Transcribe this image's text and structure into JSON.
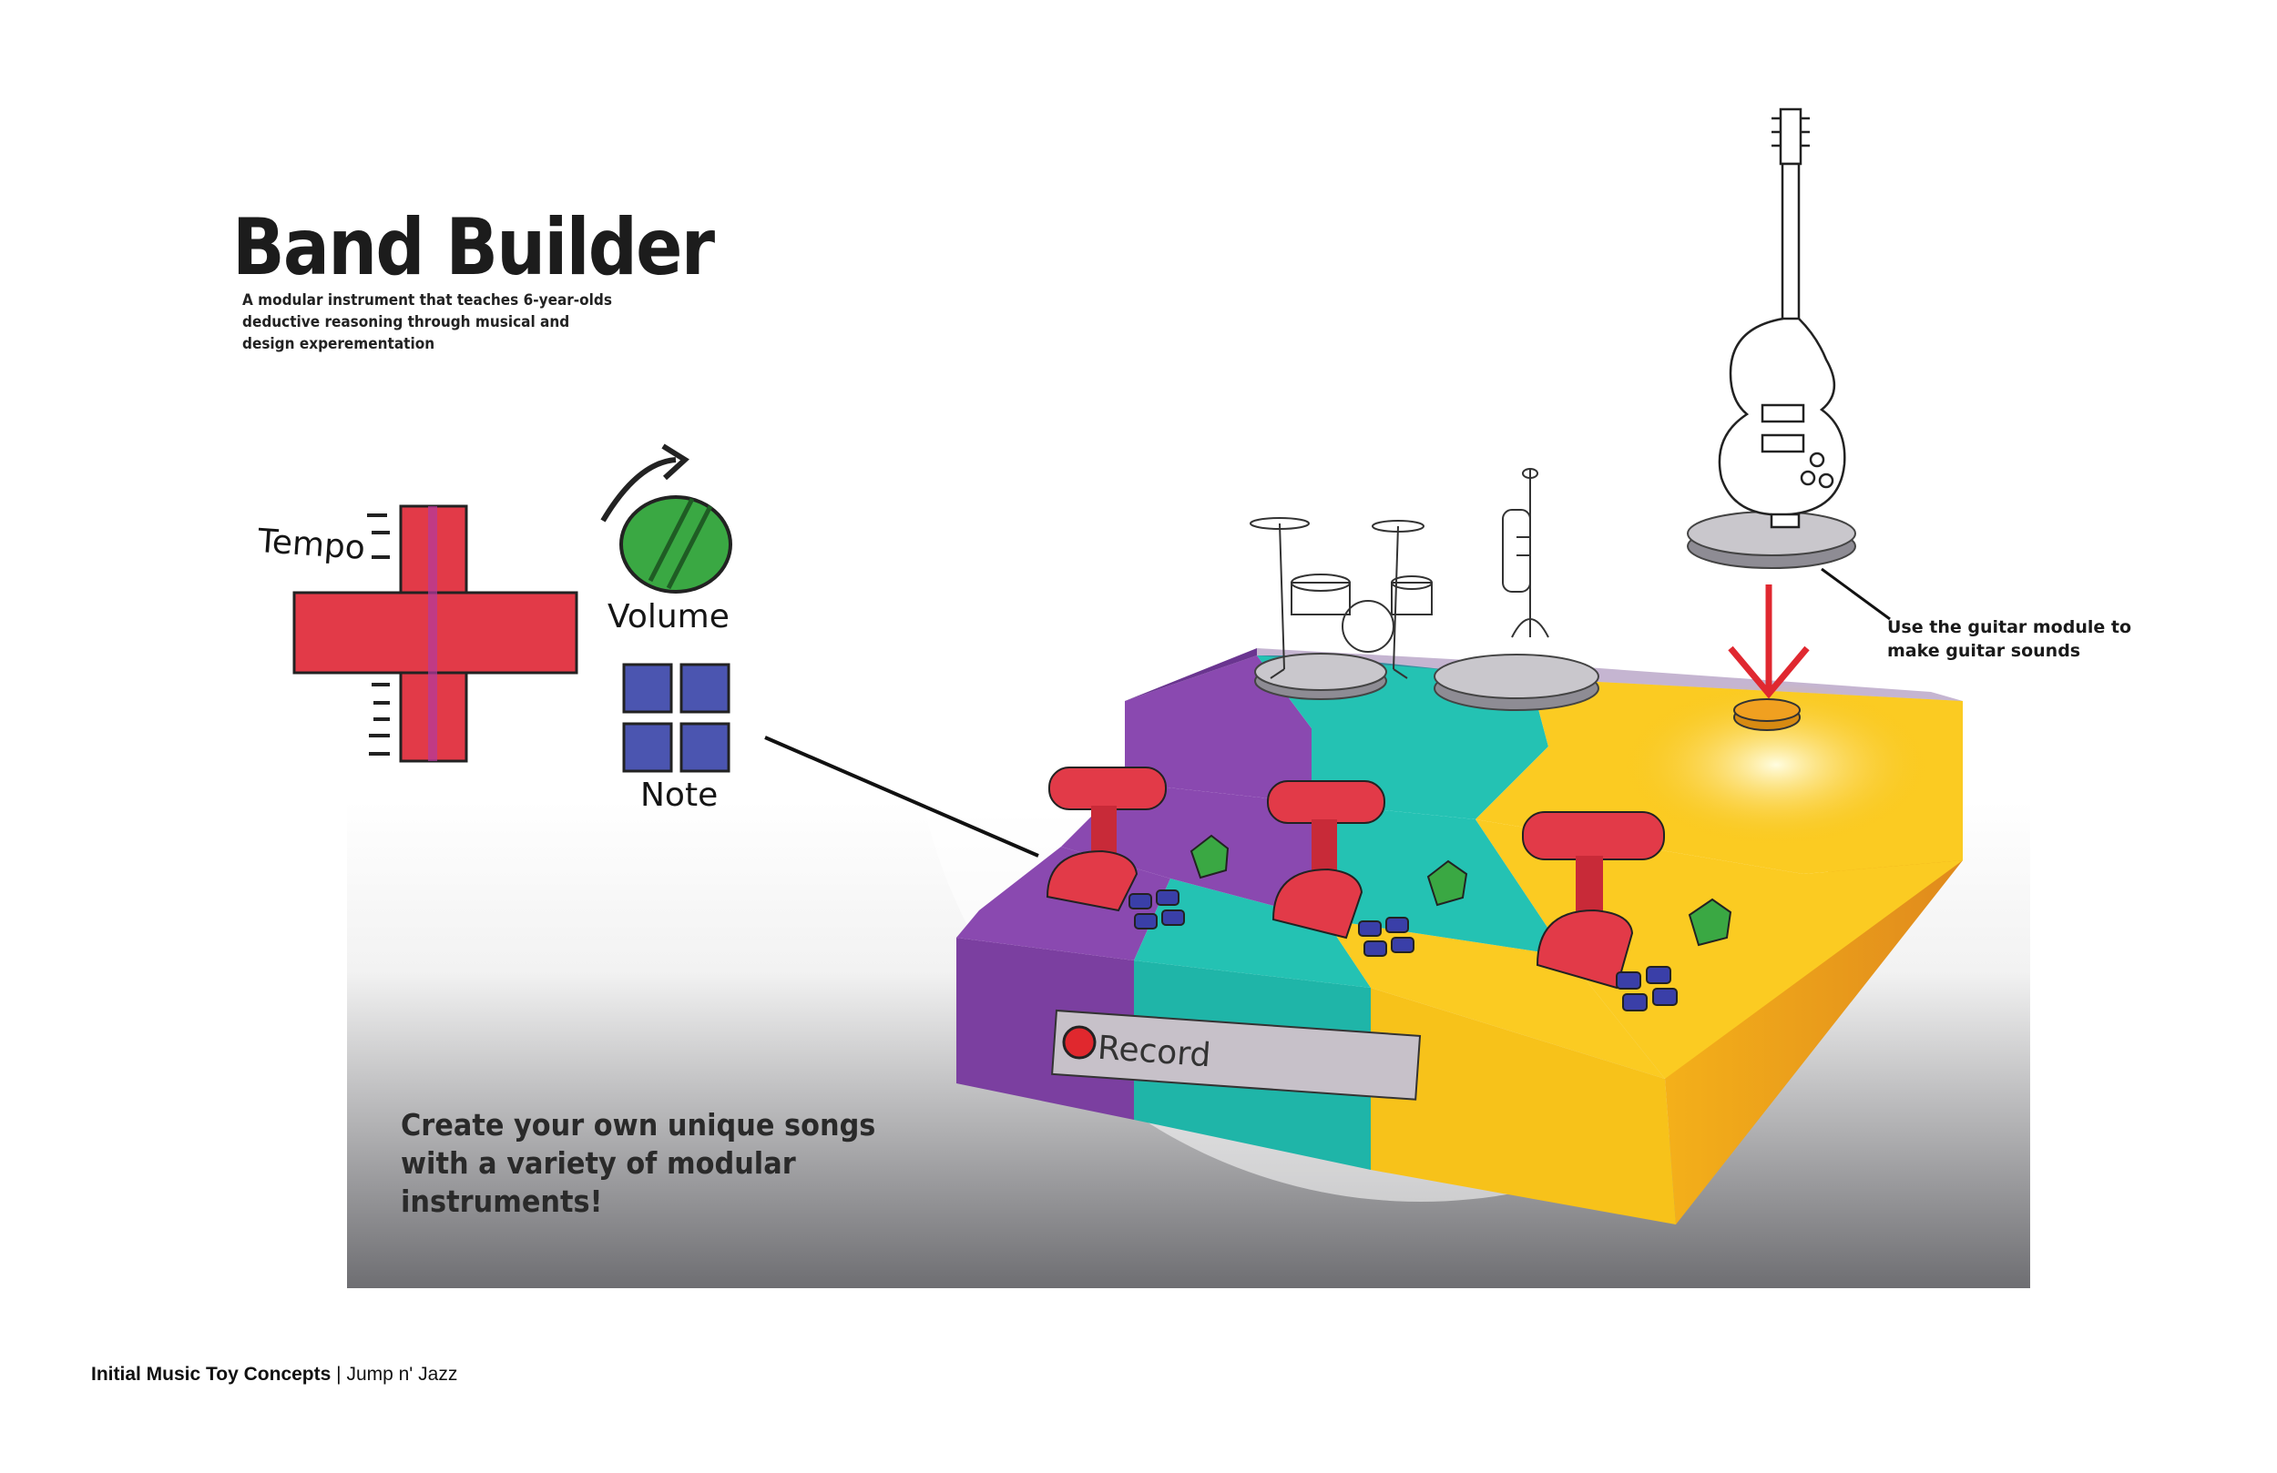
{
  "title": "Band Builder",
  "subtitle": "A modular instrument that teaches 6-year-olds deductive reasoning  through musical and design experementation",
  "controls": {
    "tempo_label": "Tempo",
    "volume_label": "Volume",
    "note_label": "Note"
  },
  "tagline": "Create your own unique songs with a variety of modular instruments!",
  "guitar_annotation": "Use the guitar module to make guitar sounds",
  "record_label": "Record",
  "footer": {
    "bold": "Initial Music Toy Concepts",
    "separator": " | ",
    "rest": "Jump n' Jazz"
  },
  "colors": {
    "purple": "#7b3fa0",
    "teal": "#1fb5a8",
    "yellow": "#f7c21a",
    "orange": "#e8961c",
    "red": "#e23a48",
    "green": "#3aa843",
    "blue": "#4b55b0"
  },
  "icons": [
    "tempo-cross-icon",
    "volume-knob-icon",
    "note-pad-icon",
    "drum-kit-icon",
    "trumpet-icon",
    "guitar-icon",
    "arrow-down-icon"
  ]
}
